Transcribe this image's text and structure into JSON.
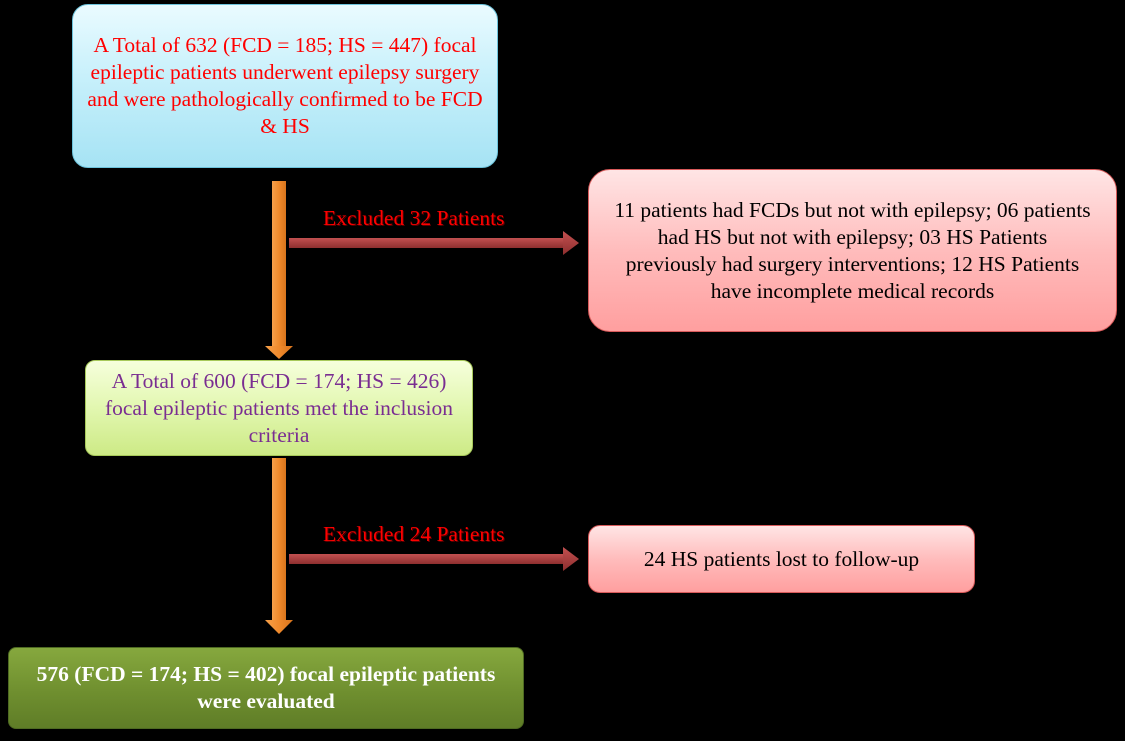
{
  "flowchart": {
    "top_box": {
      "text": "A Total of 632 (FCD = 185; HS = 447) focal epileptic patients underwent epilepsy surgery and were pathologically confirmed to be FCD & HS",
      "color": "#ff0000"
    },
    "exclusion_1": {
      "label": "Excluded 32 Patients",
      "reasons": "11 patients had FCDs but not with epilepsy; 06 patients had HS but not with epilepsy; 03 HS Patients previously had surgery interventions; 12 HS Patients have incomplete medical records"
    },
    "middle_box": {
      "text": "A Total of 600 (FCD = 174; HS = 426) focal epileptic patients met the inclusion criteria",
      "color": "#7a2e91"
    },
    "exclusion_2": {
      "label": "Excluded 24 Patients",
      "reasons": "24 HS patients lost to follow-up"
    },
    "final_box": {
      "text": "576 (FCD = 174; HS = 402) focal epileptic patients were evaluated",
      "color": "#ffffff"
    },
    "colors": {
      "main_arrow": "#f08a2c",
      "side_arrow": "#a33a3a",
      "label": "#ff0000"
    }
  }
}
